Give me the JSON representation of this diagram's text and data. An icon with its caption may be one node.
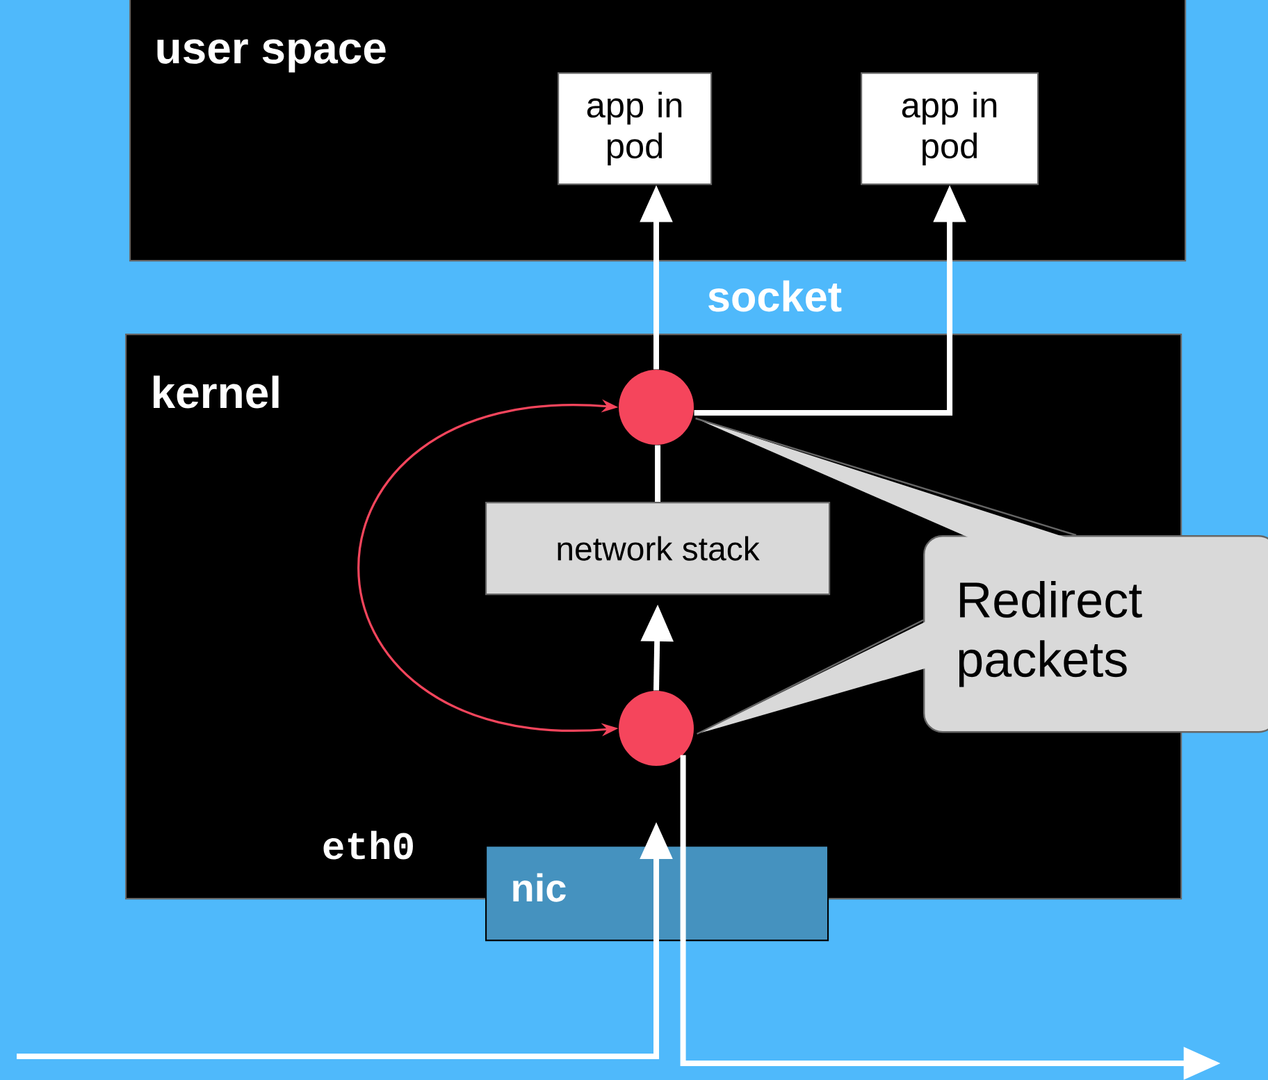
{
  "diagram": {
    "nodes": [
      {
        "text": [
          "user space"
        ]
      },
      {
        "text": [
          "app in pod"
        ],
        "in": 0
      },
      {
        "text": [
          "app in pod"
        ],
        "in": 0
      },
      {
        "text": [
          "kernel"
        ]
      },
      {
        "text": [],
        "shape": "circle",
        "in": 3
      },
      {
        "text": [
          "network stack"
        ],
        "in": 3
      },
      {
        "text": [],
        "shape": "circle",
        "in": 3
      },
      {
        "text": [
          "nic"
        ]
      },
      {
        "text": [
          "Redirect packets"
        ]
      }
    ],
    "edges": [
      {
        "from": 4,
        "to": 1,
        "arrow": "to"
      },
      {
        "from": 4,
        "to": 2,
        "arrow": "to"
      },
      {
        "from": 5,
        "to": 4,
        "arrow": "none"
      },
      {
        "from": 6,
        "to": 5,
        "arrow": "to"
      },
      {
        "from": 6,
        "to": 4,
        "arrow": "both",
        "color": "#f5455c"
      },
      {
        "from": null,
        "to": 6,
        "arrow": "to"
      },
      {
        "from": 6,
        "to": null,
        "arrow": "to"
      },
      {
        "from": 8,
        "to": 4,
        "arrow": "none",
        "color": "#666666"
      },
      {
        "from": 8,
        "to": 6,
        "arrow": "none",
        "color": "#666666"
      }
    ],
    "labels": [
      "socket",
      "eth0"
    ]
  }
}
